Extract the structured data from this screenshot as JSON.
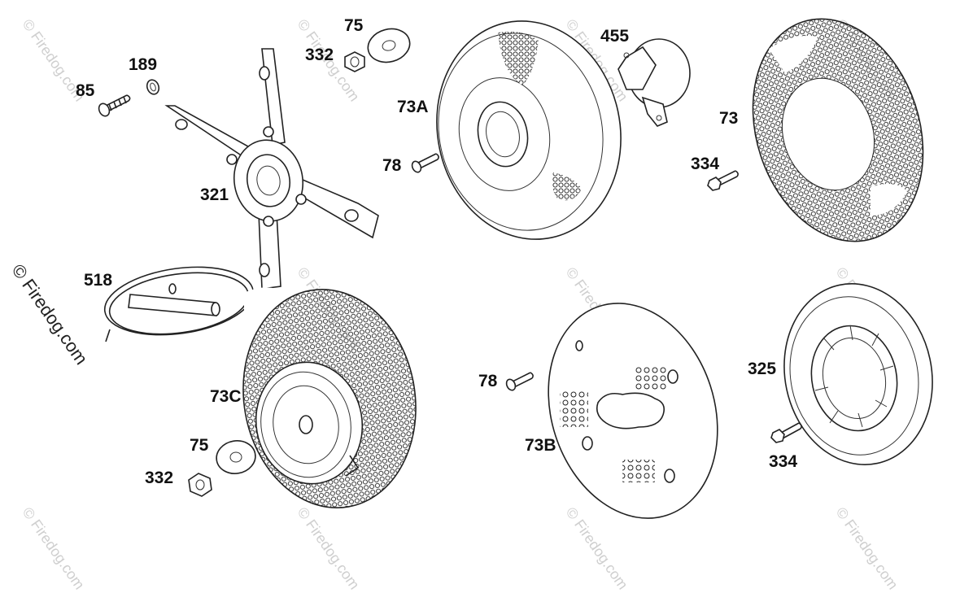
{
  "watermark": {
    "main": "© Firedog.com",
    "faint": "© Firedog.com"
  },
  "labels": {
    "p85": "85",
    "p189": "189",
    "p332a": "332",
    "p75a": "75",
    "p73A": "73A",
    "p78a": "78",
    "p455": "455",
    "p73": "73",
    "p334a": "334",
    "p321": "321",
    "p518": "518",
    "p73C": "73C",
    "p75b": "75",
    "p332b": "332",
    "p78b": "78",
    "p73B": "73B",
    "p325": "325",
    "p334b": "334"
  }
}
